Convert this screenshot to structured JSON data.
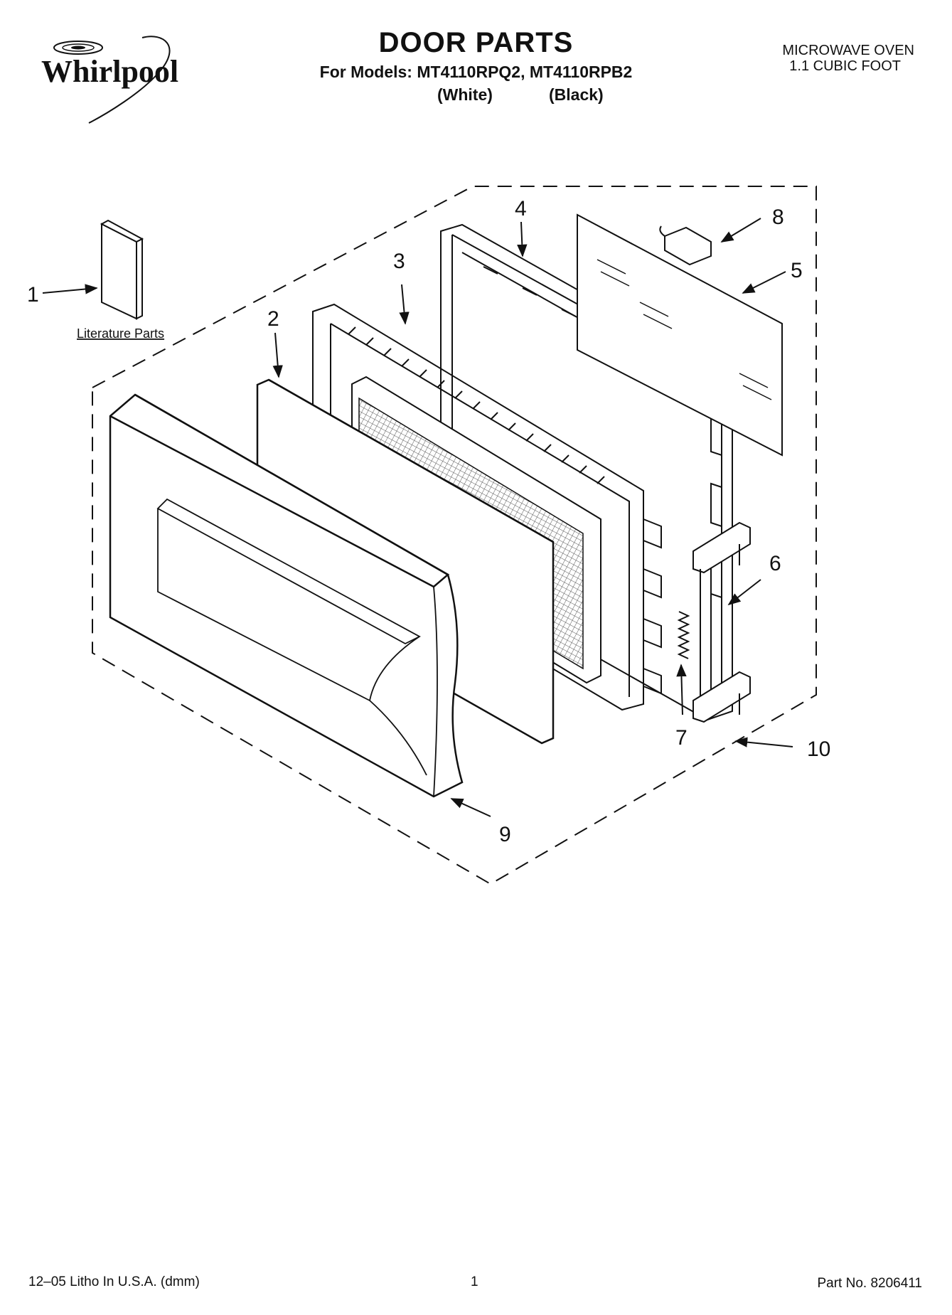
{
  "header": {
    "brand": "Whirlpool",
    "title": "DOOR PARTS",
    "models_line": "For Models: MT4110RPQ2, MT4110RPB2",
    "variant_white": "(White)",
    "variant_black": "(Black)",
    "product_line1": "MICROWAVE OVEN",
    "product_line2": "1.1 CUBIC FOOT"
  },
  "diagram": {
    "literature_label": "Literature Parts",
    "callouts": [
      "1",
      "2",
      "3",
      "4",
      "5",
      "6",
      "7",
      "8",
      "9",
      "10"
    ]
  },
  "footer": {
    "print_info": "12–05 Litho In U.S.A. (dmm)",
    "page_number": "1",
    "part_number": "Part No. 8206411"
  }
}
